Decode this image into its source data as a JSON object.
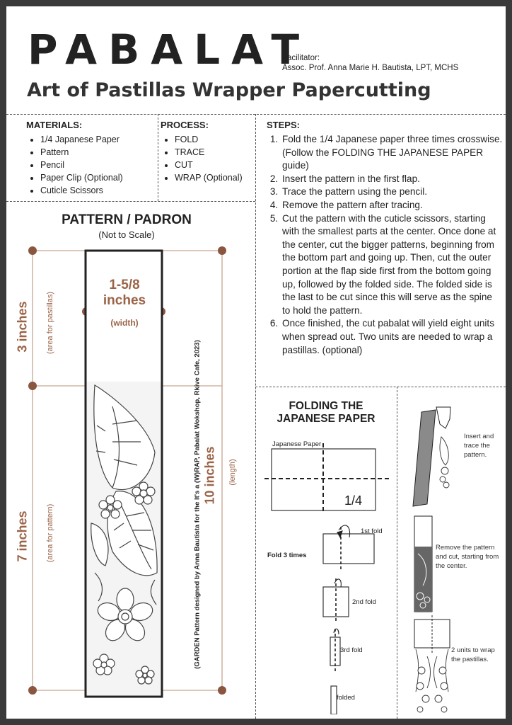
{
  "header": {
    "brand": "PABALAT",
    "subtitle": "Art of Pastillas Wrapper Papercutting",
    "facilitator_label": "Facilitator:",
    "facilitator_name": "Assoc. Prof. Anna Marie H. Bautista, LPT, MCHS"
  },
  "materials": {
    "heading": "MATERIALS:",
    "items": [
      "1/4 Japanese Paper",
      "Pattern",
      "Pencil",
      "Paper Clip (Optional)",
      "Cuticle Scissors"
    ]
  },
  "process": {
    "heading": "PROCESS:",
    "items": [
      "FOLD",
      "TRACE",
      "CUT",
      "WRAP (Optional)"
    ]
  },
  "steps": {
    "heading": "STEPS:",
    "items": [
      "Fold the 1/4 Japanese paper three times crosswise. (Follow the FOLDING THE JAPANESE PAPER guide)",
      "Insert the pattern in the first flap.",
      "Trace the pattern using the pencil.",
      "Remove the pattern after tracing.",
      "Cut the pattern with the cuticle scissors, starting with the smallest parts at the center. Once done at the center, cut the bigger patterns, beginning from the bottom part and going up. Then, cut the outer portion at the flap side first from the bottom going up, followed by the folded side. The folded side is the last to be cut since this will serve as the spine to hold the pattern.",
      "Once finished, the cut pabalat will yield eight units when spread out. Two units are needed to wrap a pastillas. (optional)"
    ]
  },
  "pattern": {
    "title": "PATTERN / PADRON",
    "subtitle": "(Not to Scale)",
    "width_value": "1-5/8 inches",
    "width_label": "(width)",
    "top_height": "3 inches",
    "top_area": "(area for pastillas)",
    "bottom_height": "7 inches",
    "bottom_area": "(area for pattern)",
    "length_value": "10 inches",
    "length_label": "(length)",
    "credit": "(GARDEN Pattern designed by Anna Bautista for the It's a (W)RAP, Pabalat Wokshop, Rkive Cafe, 2023)"
  },
  "folding": {
    "title": "FOLDING THE JAPANESE PAPER",
    "paper_label": "Japanese Paper",
    "quarter": "1/4",
    "fold_times": "Fold 3 times",
    "fold1": "1st fold",
    "fold2": "2nd fold",
    "fold3": "3rd fold",
    "folded": "folded"
  },
  "side_notes": {
    "insert": "Insert and trace the pattern.",
    "remove": "Remove the pattern and cut, starting from the center.",
    "wrap": "2 units to wrap the pastillas."
  },
  "colors": {
    "accent": "#9b6448",
    "dot": "#8a5640",
    "line": "#c7a68f"
  }
}
